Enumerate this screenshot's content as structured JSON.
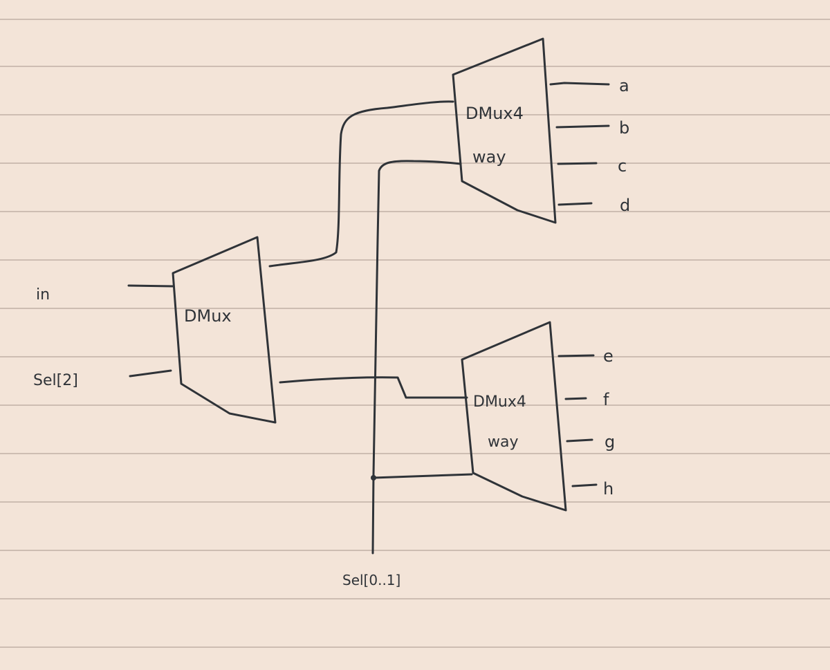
{
  "diagram": {
    "inputs": {
      "in": "in",
      "sel2": "Sel[2]",
      "sel01": "Sel[0..1]"
    },
    "blocks": {
      "dmux": "DMux",
      "top_line1": "DMux4",
      "top_line2": "way",
      "bottom_line1": "DMux4",
      "bottom_line2": "way"
    },
    "outputs": [
      "a",
      "b",
      "c",
      "d",
      "e",
      "f",
      "g",
      "h"
    ]
  }
}
